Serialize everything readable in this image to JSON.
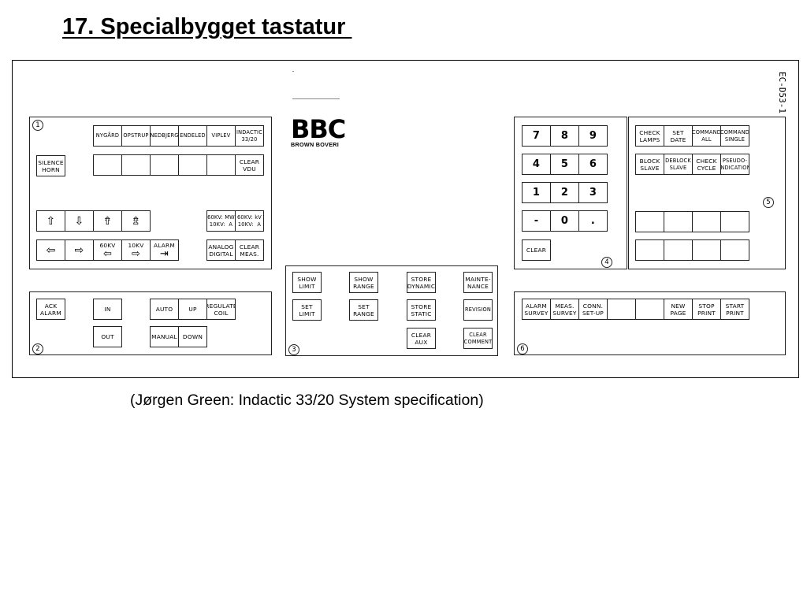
{
  "slide": {
    "title": "17. Specialbygget tastatur ",
    "caption": "(Jørgen Green: Indactic 33/20 System specification)"
  },
  "figure": {
    "drawing_code": "EC-D53-1",
    "logo": {
      "mark": "BBC",
      "subtitle": "BROWN BOVERI"
    },
    "panel_numbers": [
      "1",
      "2",
      "3",
      "4",
      "5",
      "6"
    ],
    "panel1": {
      "top_row": [
        "NYGÅRD",
        "OPSTRUP",
        "NEDBJERG",
        "ENDELED",
        "VIPLEV",
        "INDACTIC\n33/20"
      ],
      "silence_horn": "SILENCE\nHORN",
      "clear_vdu": "CLEAR\nVDU",
      "arrows_row1": [
        "⇧",
        "⇩",
        "⇮",
        "⇯"
      ],
      "arrows_row2": [
        "⇦",
        "⇨"
      ],
      "kv60": "60KV",
      "kv10": "10KV",
      "alarm": "ALARM",
      "mw_kv": "60KV: MW\n10KV:  A",
      "kv_a": "60KV: kV\n10KV:  A",
      "analog_digital": "ANALOG\nDIGITAL",
      "clear_meas": "CLEAR\nMEAS."
    },
    "panel2": {
      "ack_alarm": "ACK\nALARM",
      "in": "IN",
      "out": "OUT",
      "auto": "AUTO",
      "up": "UP",
      "regulate_coil": "REGULATE\nCOIL",
      "manual": "MANUAL",
      "down": "DOWN"
    },
    "panel3": {
      "show_limit": "SHOW\nLIMIT",
      "show_range": "SHOW\nRANGE",
      "store_dynamic": "STORE\nDYNAMIC",
      "maintenance": "MAINTE-\nNANCE",
      "set_limit": "SET\nLIMIT",
      "set_range": "SET\nRANGE",
      "store_static": "STORE\nSTATIC",
      "revision": "REVISION",
      "clear_aux": "CLEAR\nAUX",
      "clear_comment": "CLEAR\nCOMMENT"
    },
    "panel4": {
      "keys": [
        "7",
        "8",
        "9",
        "4",
        "5",
        "6",
        "1",
        "2",
        "3",
        "-",
        "0",
        "."
      ],
      "clear": "CLEAR"
    },
    "panel5": {
      "row1": [
        "CHECK\nLAMPS",
        "SET\nDATE",
        "COMMAND\nALL",
        "COMMAND\nSINGLE"
      ],
      "row2": [
        "BLOCK\nSLAVE",
        "DEBLOCK\nSLAVE",
        "CHECK\nCYCLE",
        "PSEUDO-\nINDICATION"
      ]
    },
    "panel6": {
      "keys": [
        "ALARM\nSURVEY",
        "MEAS.\nSURVEY",
        "CONN.\nSET-UP",
        "",
        "",
        "NEW\nPAGE",
        "STOP\nPRINT",
        "START\nPRINT"
      ]
    }
  }
}
